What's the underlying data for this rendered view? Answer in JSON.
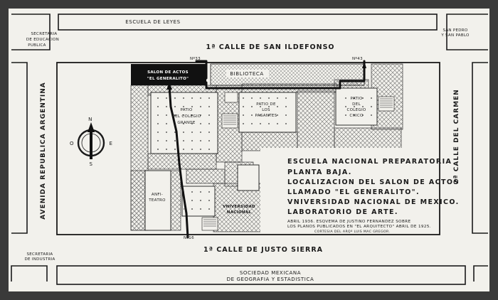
{
  "streets": {
    "top_upper": "ESCUELA DE LEYES",
    "top_main": "1ª CALLE DE SAN ILDEFONSO",
    "left": "AVENIDA REPUBLICA ARGENTINA",
    "right": "2ª CALLE DEL CARMEN",
    "bottom_main": "1ª CALLE DE JUSTO SIERRA",
    "bottom_lower_1": "SOCIEDAD MEXICANA",
    "bottom_lower_2": "DE GEOGRAFIA Y ESTADISTICA"
  },
  "corners": {
    "top_left": [
      "SECRETARIA",
      "DE EDUCACION",
      "PUBLICA"
    ],
    "top_right": [
      "SAN PEDRO",
      "Y SAN PABLO"
    ],
    "bottom_left": [
      "SECRETARIA",
      "DE INDUSTRIA"
    ]
  },
  "numbers": {
    "n33": "Nº33",
    "n16": "Nº16",
    "n43": "Nº43"
  },
  "rooms": {
    "salon": [
      "SALON DE ACTOS",
      "\"EL GENERALITO\""
    ],
    "biblioteca": "BIBLIOTECA",
    "patio_grande": [
      "PATIO",
      "DEL COLEGIO",
      "GRANDE"
    ],
    "patio_pasantes": [
      "PATIO DE",
      "LOS",
      "PASANTES"
    ],
    "patio_chico": [
      "PATIO",
      "DEL",
      "COLEGIO",
      "CHICO"
    ],
    "anfiteatro": [
      "ANFI-",
      "TEATRO"
    ],
    "universidad": [
      "VNIVERSIDAD",
      "NACIONAL"
    ]
  },
  "compass": {
    "n": "N",
    "s": "S",
    "e": "E",
    "o": "O"
  },
  "title": {
    "lines": [
      "ESCUELA NACIONAL PREPARATORIA",
      "PLANTA BAJA.",
      "LOCALIZACION DEL SALON DE ACTOS",
      "LLAMADO \"EL GENERALITO\".",
      "VNIVERSIDAD NACIONAL DE MEXICO.",
      "LABORATORIO DE ARTE."
    ],
    "caption": [
      "ABRIL 1936. ESQVEMA DE JUSTINO FERNANDEZ SOBRE",
      "LOS PLANOS PUBLICADOS EN \"EL ARQUITECTO\" ABRIL DE 1925.",
      "CORTESIA DEL ARQº LUIS MAC GREGOR."
    ]
  },
  "colors": {
    "paper": "#f2f1ec",
    "ink": "#1a1a1a",
    "frame": "#3a3a3a",
    "hatch": "#6e6e6e",
    "route": "#111111"
  }
}
